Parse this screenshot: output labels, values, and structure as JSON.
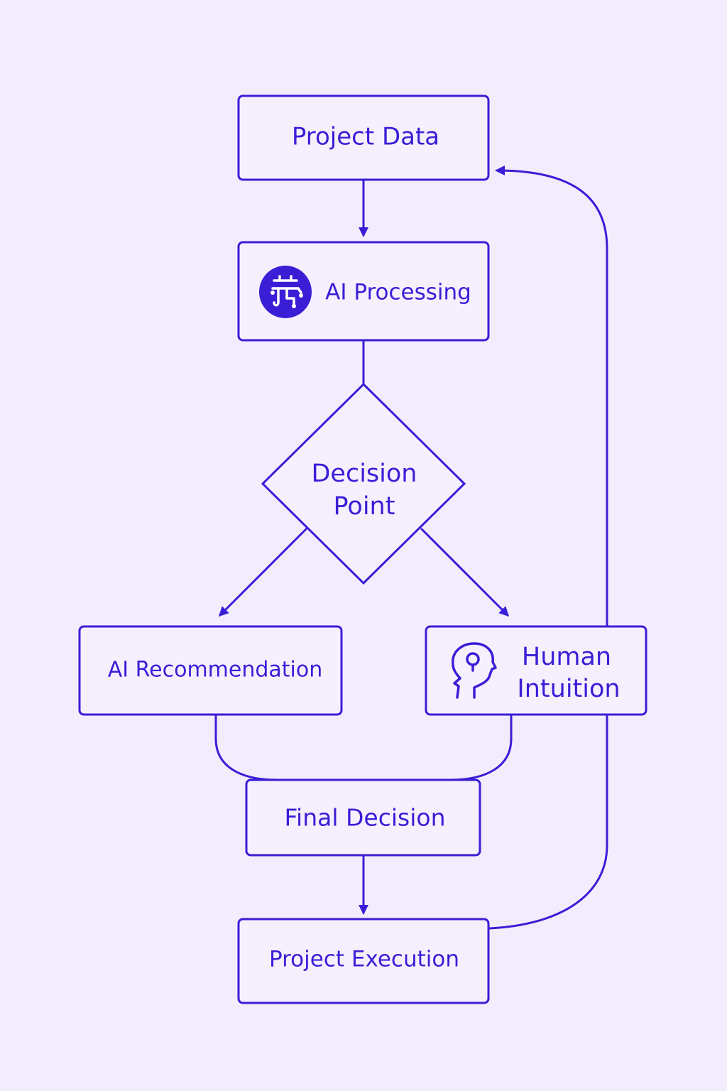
{
  "colors": {
    "background": "#f3ecfc",
    "accent": "#3a1ed6"
  },
  "nodes": {
    "project_data": {
      "label": "Project Data"
    },
    "ai_processing": {
      "label": "AI Processing",
      "icon": "circuit-brain-icon"
    },
    "decision_point": {
      "label_line1": "Decision",
      "label_line2": "Point"
    },
    "ai_recommendation": {
      "label": "AI Recommendation"
    },
    "human_intuition": {
      "label_line1": "Human",
      "label_line2": "Intuition",
      "icon": "human-head-icon"
    },
    "final_decision": {
      "label": "Final Decision"
    },
    "project_execution": {
      "label": "Project Execution"
    }
  },
  "edges": [
    {
      "from": "Project Data",
      "to": "AI Processing"
    },
    {
      "from": "AI Processing",
      "to": "Decision Point"
    },
    {
      "from": "Decision Point",
      "to": "AI Recommendation"
    },
    {
      "from": "Decision Point",
      "to": "Human Intuition"
    },
    {
      "from": "AI Recommendation",
      "to": "Final Decision"
    },
    {
      "from": "Human Intuition",
      "to": "Final Decision"
    },
    {
      "from": "Final Decision",
      "to": "Project Execution"
    },
    {
      "from": "Project Execution",
      "to": "Project Data"
    }
  ]
}
